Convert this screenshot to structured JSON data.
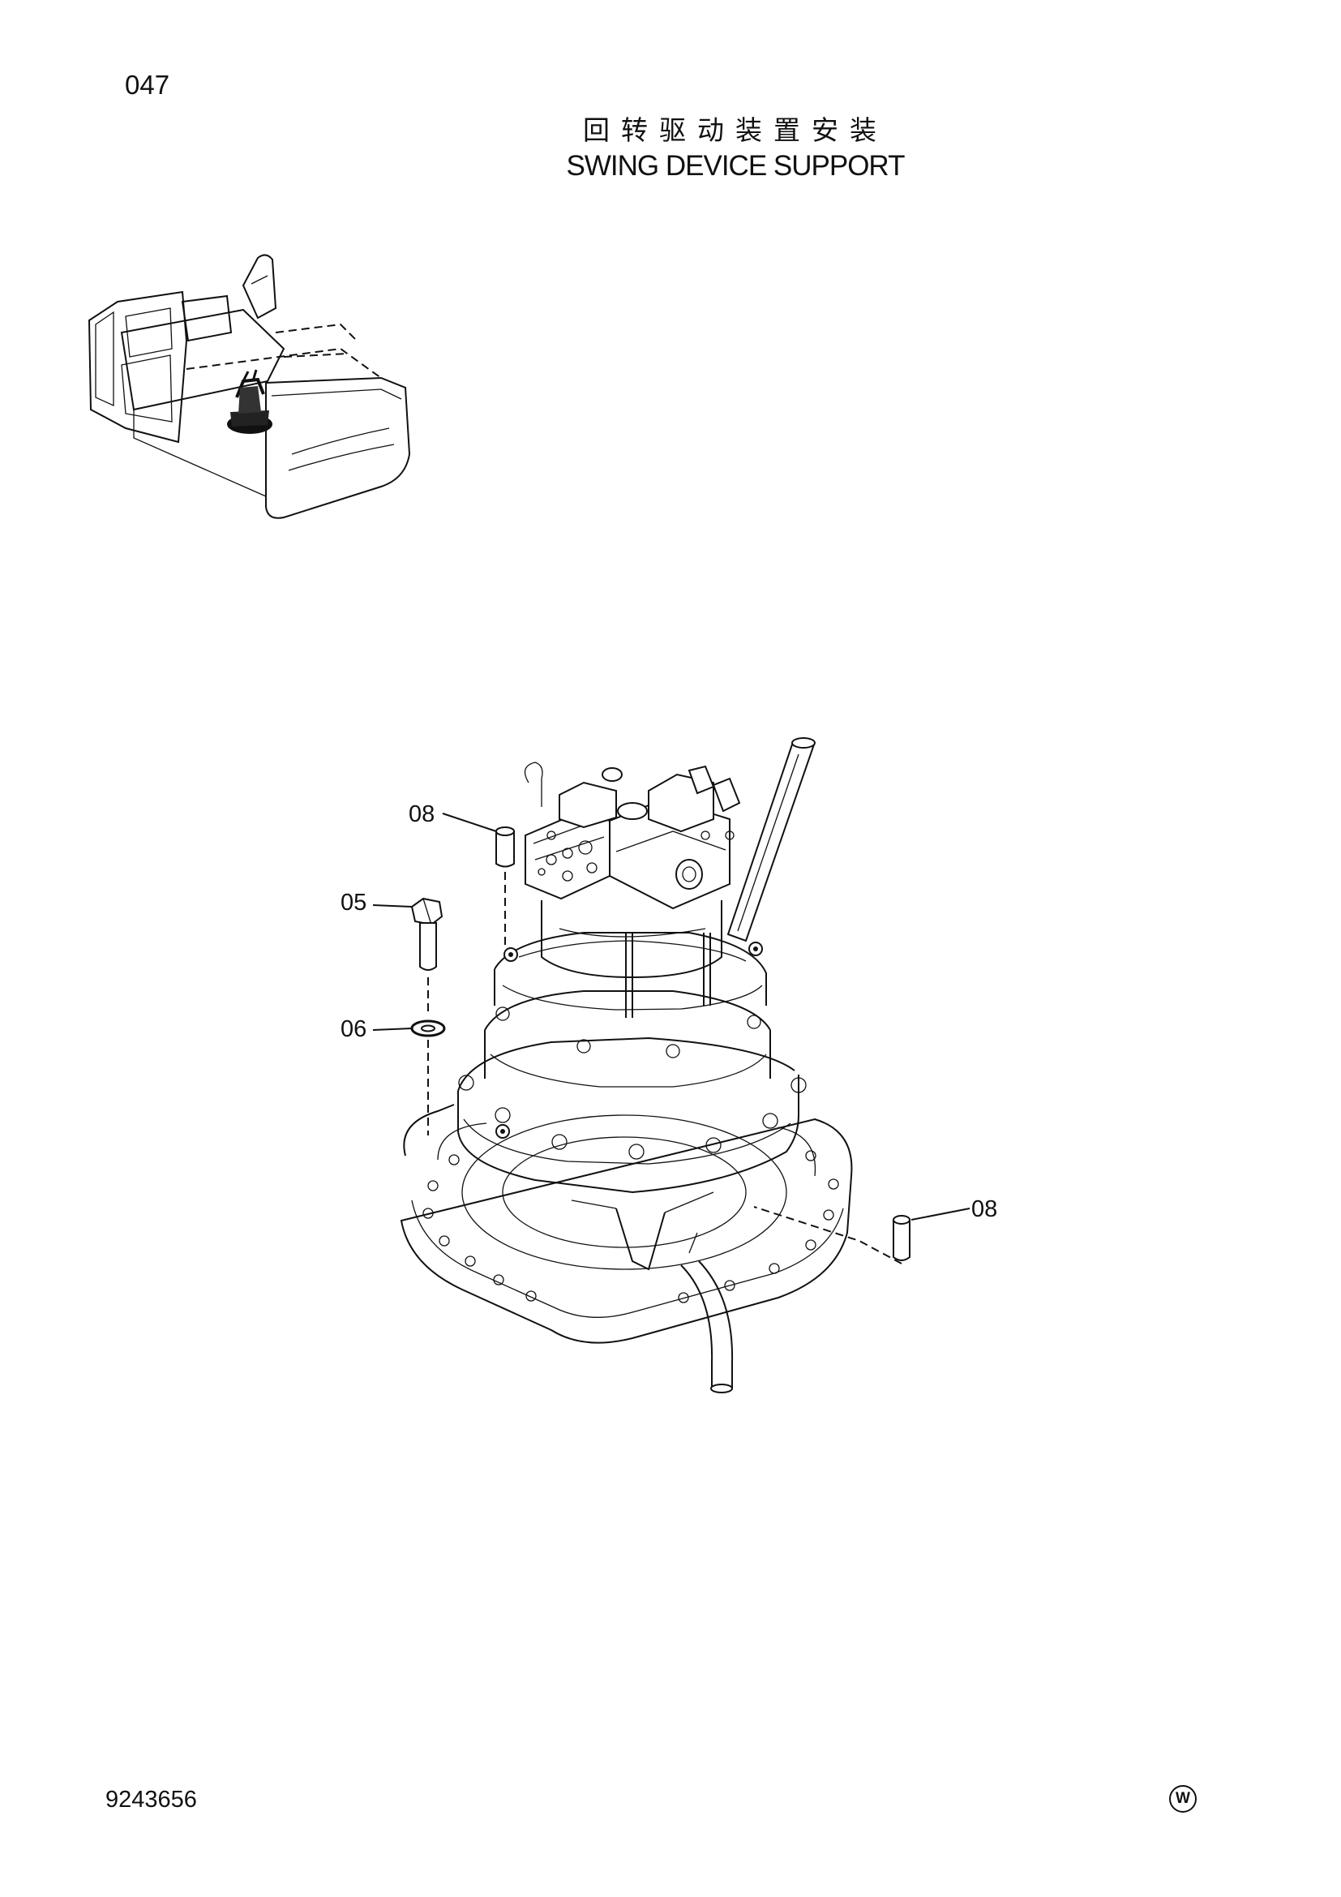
{
  "header": {
    "page_number": "047",
    "title_cn": "回转驱动装置安装",
    "title_en": "SWING DEVICE SUPPORT"
  },
  "callouts": {
    "part_08_top": "08",
    "part_05": "05",
    "part_06": "06",
    "part_08_right": "08"
  },
  "footer": {
    "doc_id": "9243656",
    "brand_mark": "W"
  }
}
